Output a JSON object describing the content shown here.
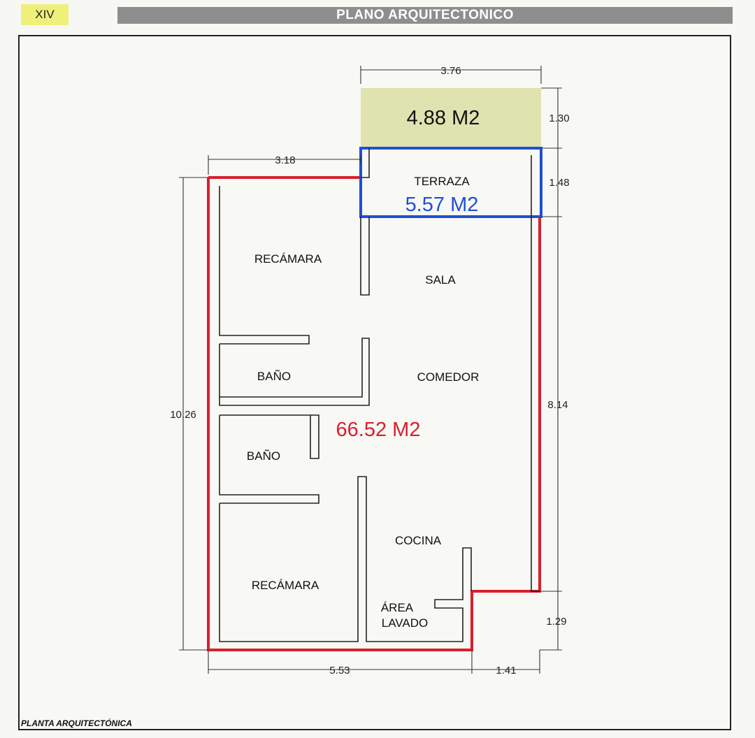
{
  "badge": "XIV",
  "header_title": "PLANO ARQUITECTONICO",
  "footer_label": "PLANTA ARQUITECTÓNICA",
  "dimensions": {
    "top_width": "3.76",
    "upper_left_width": "3.18",
    "top_right_height": "1.30",
    "terrace_height": "1.48",
    "total_left_height": "10.26",
    "right_height": "8.14",
    "bottom_left_width": "5.53",
    "bottom_right_width": "1.41",
    "notch_height": "1.29"
  },
  "rooms": {
    "terraza": "TERRAZA",
    "recamara_top": "RECÁMARA",
    "sala": "SALA",
    "bano_top": "BAÑO",
    "comedor": "COMEDOR",
    "bano_bottom": "BAÑO",
    "cocina": "COCINA",
    "recamara_bottom": "RECÁMARA",
    "area_lavado_line1": "ÁREA",
    "area_lavado_line2": "LAVADO"
  },
  "areas": {
    "top_extension": "4.88 M2",
    "terrace": "5.57 M2",
    "main": "66.52 M2"
  },
  "colors": {
    "main_outline": "#d8202e",
    "terrace_outline": "#1f4fd6",
    "top_extension_fill": "#dfe3b0",
    "terrace_text": "#1f4fd6",
    "main_area_text": "#d8202e"
  }
}
